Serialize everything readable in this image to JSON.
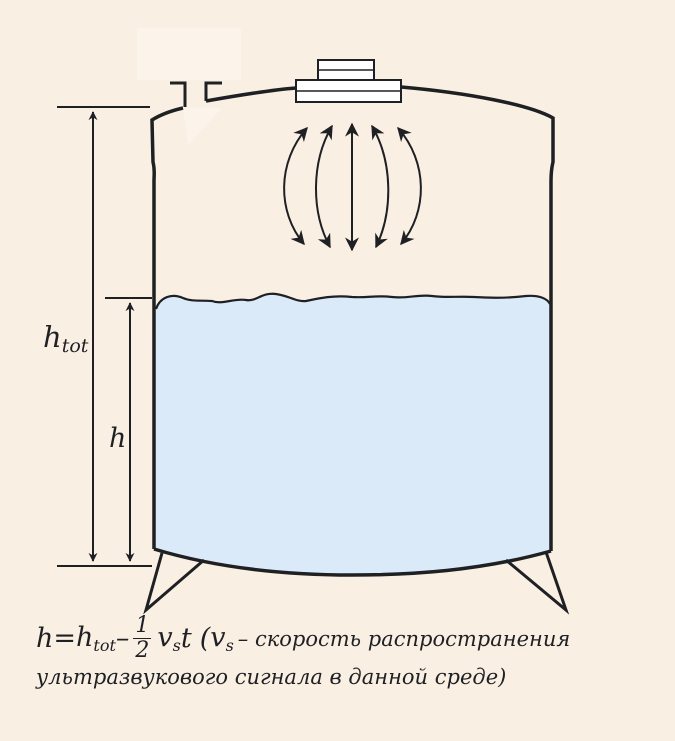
{
  "labels": {
    "h_tot": {
      "base": "h",
      "sub": "tot"
    },
    "h": "h"
  },
  "formula": {
    "h": "h",
    "eq": "=",
    "h_tot_base": "h",
    "h_tot_sub": "tot",
    "minus": "–",
    "frac_num": "1",
    "frac_den": "2",
    "v": "v",
    "v_sub": "s",
    "t": "t",
    "paren_open": "(",
    "note_v": "v",
    "note_v_sub": "s",
    "note_rest_line1": "– скорость распространения",
    "note_line2": "ультразвукового сигнала в данной среде)"
  },
  "colors": {
    "background": "#faefe3",
    "liquid": "#dbeaf8",
    "outline": "#1e2024",
    "highlight": "#fcf3ea"
  }
}
